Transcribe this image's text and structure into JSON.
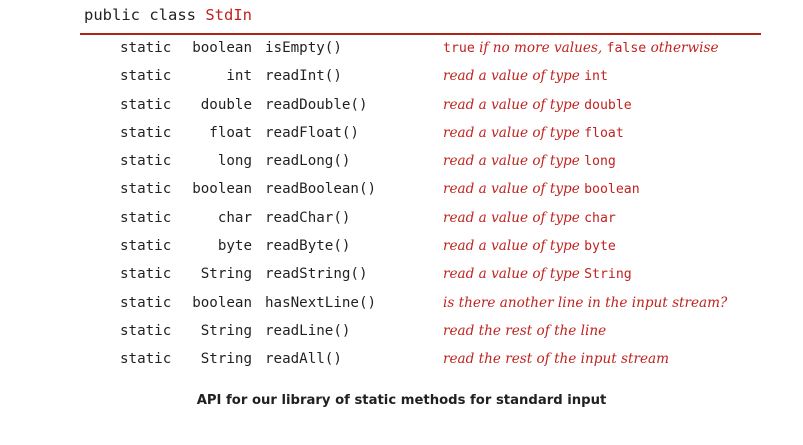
{
  "figure": {
    "class_declaration": {
      "keywords": "public class ",
      "class_name": "StdIn"
    },
    "caption": "API for our library of static methods for standard input",
    "accent_color": "#c0231f",
    "rule_color": "#b02418",
    "text_color": "#231f20",
    "background_color": "#ffffff"
  },
  "methods": [
    {
      "modifier": "static",
      "return_type": "boolean",
      "name": "isEmpty()",
      "description_parts": [
        {
          "text": "true",
          "style": "code"
        },
        {
          "text": " if no more values, ",
          "style": "italic"
        },
        {
          "text": "false",
          "style": "code"
        },
        {
          "text": " otherwise",
          "style": "italic"
        }
      ]
    },
    {
      "modifier": "static",
      "return_type": "int",
      "name": "readInt()",
      "description_parts": [
        {
          "text": "read a value of type ",
          "style": "italic"
        },
        {
          "text": "int",
          "style": "code"
        }
      ]
    },
    {
      "modifier": "static",
      "return_type": "double",
      "name": "readDouble()",
      "description_parts": [
        {
          "text": "read a value of type ",
          "style": "italic"
        },
        {
          "text": "double",
          "style": "code"
        }
      ]
    },
    {
      "modifier": "static",
      "return_type": "float",
      "name": "readFloat()",
      "description_parts": [
        {
          "text": "read a value of type ",
          "style": "italic"
        },
        {
          "text": "float",
          "style": "code"
        }
      ]
    },
    {
      "modifier": "static",
      "return_type": "long",
      "name": "readLong()",
      "description_parts": [
        {
          "text": "read a value of type ",
          "style": "italic"
        },
        {
          "text": "long",
          "style": "code"
        }
      ]
    },
    {
      "modifier": "static",
      "return_type": "boolean",
      "name": "readBoolean()",
      "description_parts": [
        {
          "text": "read a value of type ",
          "style": "italic"
        },
        {
          "text": "boolean",
          "style": "code"
        }
      ]
    },
    {
      "modifier": "static",
      "return_type": "char",
      "name": "readChar()",
      "description_parts": [
        {
          "text": "read a value of type ",
          "style": "italic"
        },
        {
          "text": "char",
          "style": "code"
        }
      ]
    },
    {
      "modifier": "static",
      "return_type": "byte",
      "name": "readByte()",
      "description_parts": [
        {
          "text": "read a value of type ",
          "style": "italic"
        },
        {
          "text": "byte",
          "style": "code"
        }
      ]
    },
    {
      "modifier": "static",
      "return_type": "String",
      "name": "readString()",
      "description_parts": [
        {
          "text": "read a value of type ",
          "style": "italic"
        },
        {
          "text": "String",
          "style": "code"
        }
      ]
    },
    {
      "modifier": "static",
      "return_type": "boolean",
      "name": "hasNextLine()",
      "description_parts": [
        {
          "text": "is there another line in the input stream?",
          "style": "italic"
        }
      ]
    },
    {
      "modifier": "static",
      "return_type": "String",
      "name": "readLine()",
      "description_parts": [
        {
          "text": "read the rest of the line",
          "style": "italic"
        }
      ]
    },
    {
      "modifier": "static",
      "return_type": "String",
      "name": "readAll()",
      "description_parts": [
        {
          "text": "read the rest of the input stream",
          "style": "italic"
        }
      ]
    }
  ]
}
